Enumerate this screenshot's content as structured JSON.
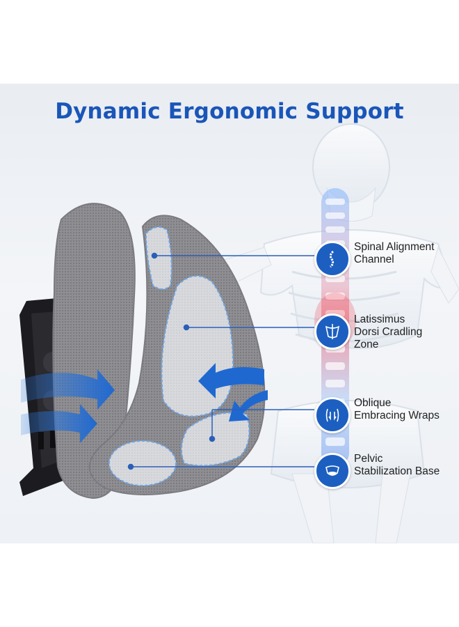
{
  "title": "Dynamic Ergonomic Support",
  "colors": {
    "accent": "#1a56b8",
    "badge": "#1c5fc0",
    "background": "#eef1f5"
  },
  "features": [
    {
      "icon": "spine-icon",
      "lines": [
        "Spinal Alignment",
        "Channel"
      ]
    },
    {
      "icon": "back-muscle-icon",
      "lines": [
        "Latissimus",
        "Dorsi Cradling",
        "Zone"
      ]
    },
    {
      "icon": "torso-wrap-icon",
      "lines": [
        "Oblique",
        "Embracing Wraps"
      ]
    },
    {
      "icon": "pelvis-icon",
      "lines": [
        "Pelvic",
        "Stabilization Base"
      ]
    }
  ]
}
